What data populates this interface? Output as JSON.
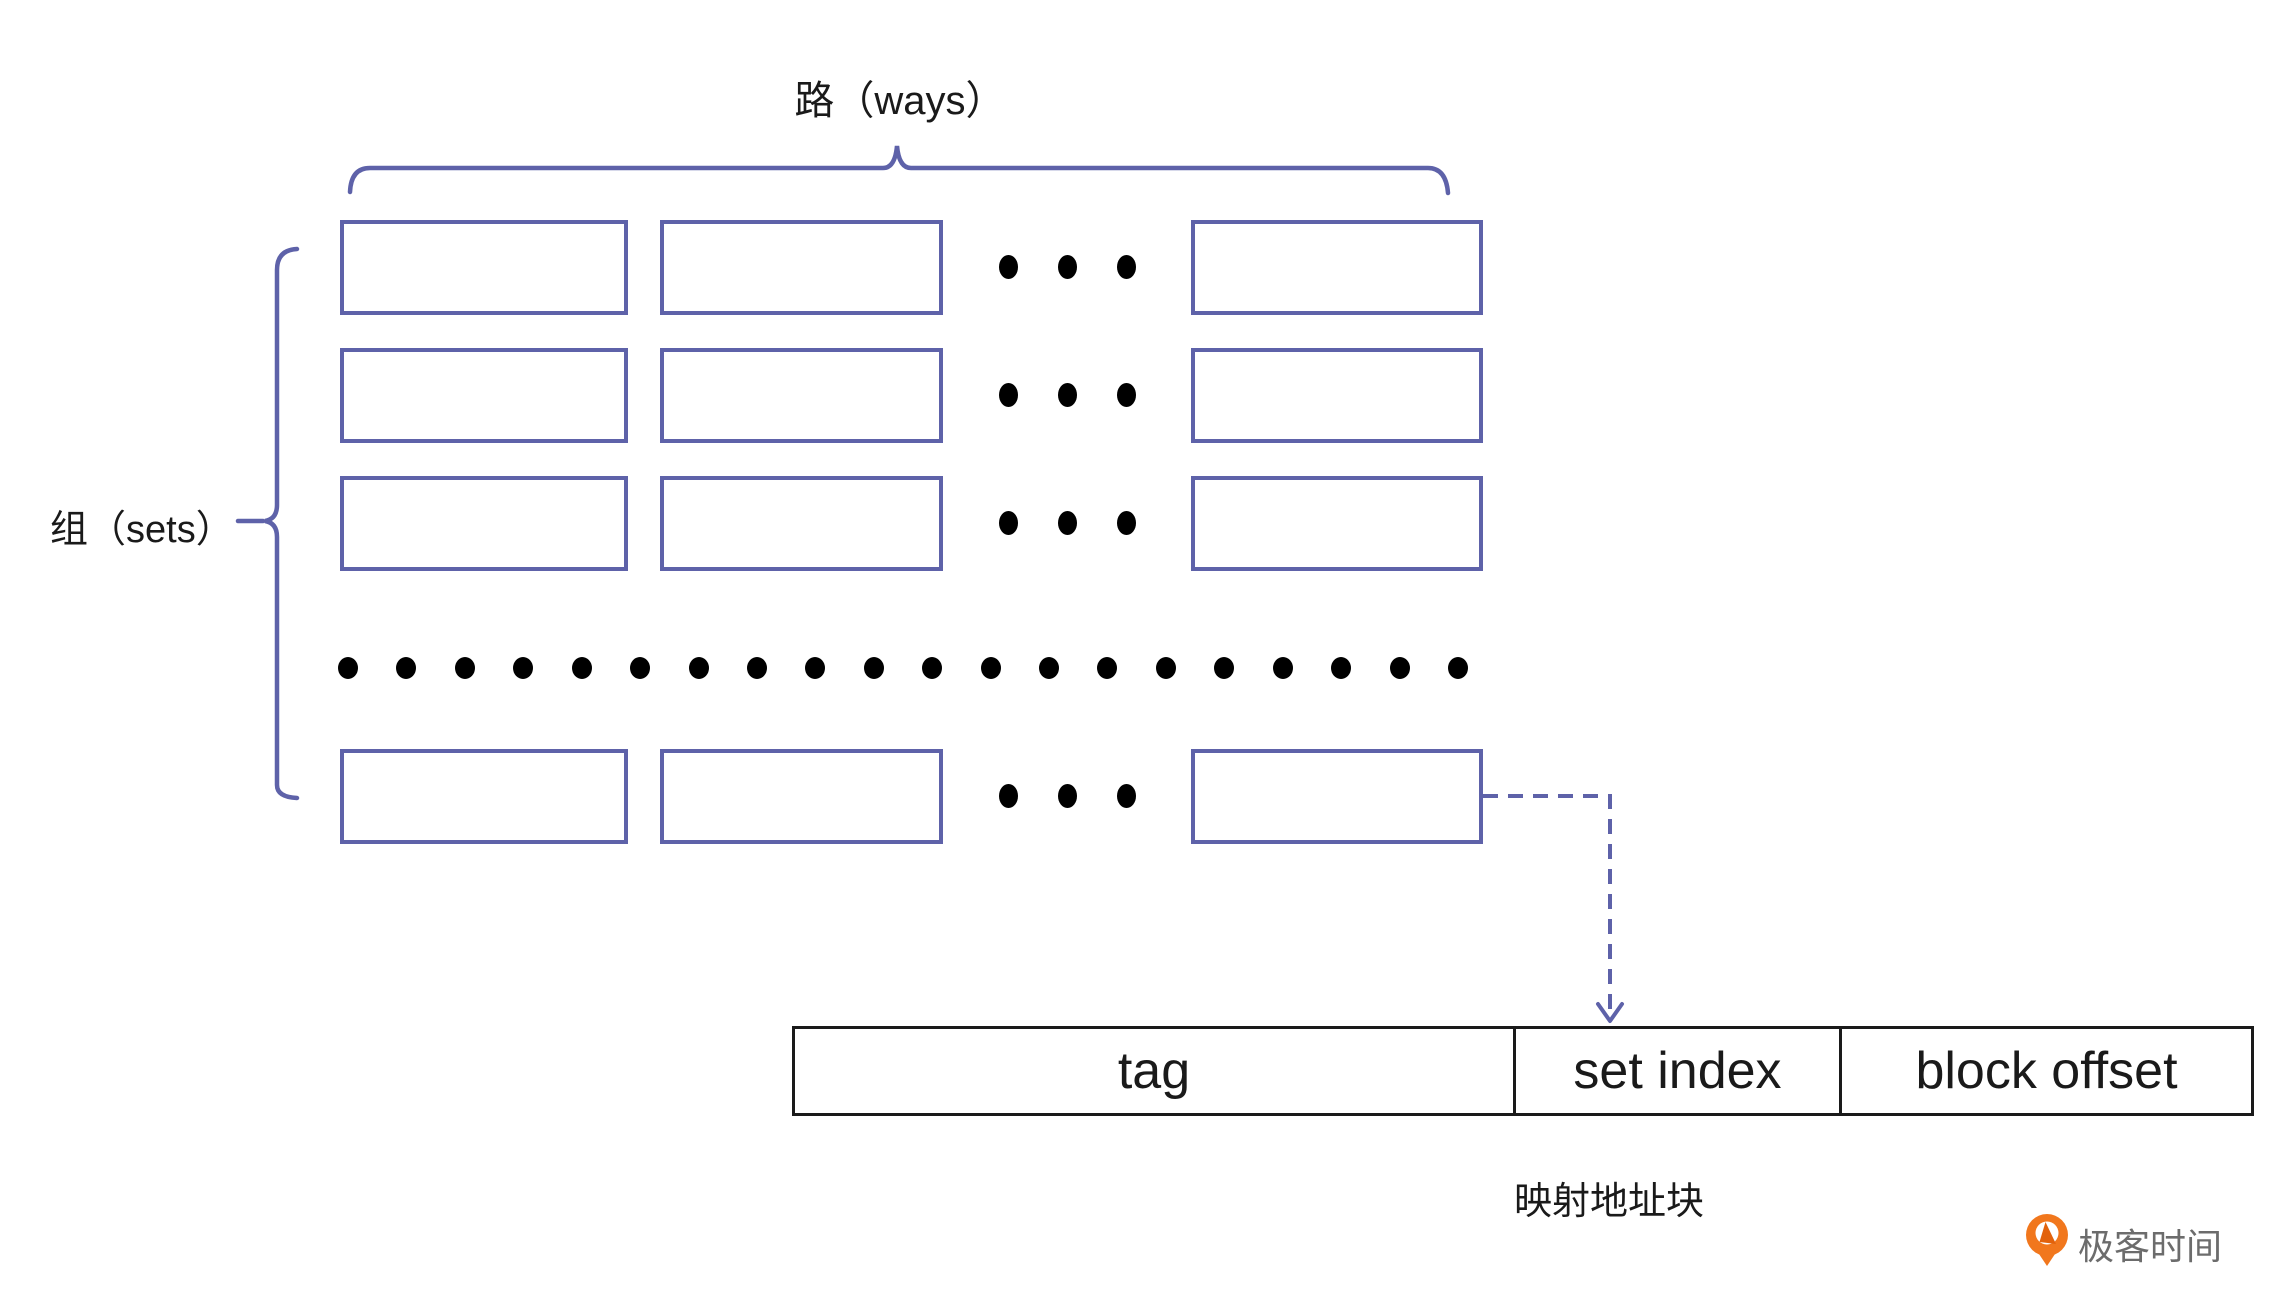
{
  "diagram": {
    "ways_label": "路（ways）",
    "sets_label": "组（sets）",
    "grid": {
      "rows": 4,
      "cols": 3,
      "row_ellipsis_dots": 3,
      "sets_ellipsis_dots": 20
    },
    "address_table": {
      "fields": [
        {
          "label": "tag"
        },
        {
          "label": "set index"
        },
        {
          "label": "block offset"
        }
      ]
    },
    "mapping_label": "映射地址块",
    "logo": {
      "text": "极客时间"
    },
    "colors": {
      "box_border": "#5e62a9",
      "brace": "#5e62a9",
      "dashed_arrow": "#5e62a9",
      "table_border": "#1a1a1a",
      "text": "#1a1a1a",
      "dots": "#000000",
      "logo_orange": "#f1771d",
      "logo_orange_dark": "#e2620c",
      "logo_text_gray": "#6c6c6c"
    }
  }
}
